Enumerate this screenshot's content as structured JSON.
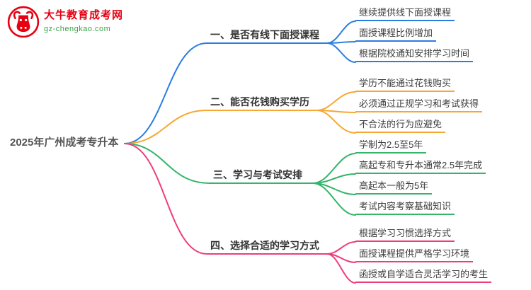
{
  "logo": {
    "brand": "大牛教育成考网",
    "domain": "gz-chengkao.com",
    "brand_color": "#e60012",
    "domain_color": "#3da24a"
  },
  "root": {
    "label": "2025年广州成考专升本"
  },
  "branches": [
    {
      "label": "一、是否有线下面授课程",
      "color": "#2b7de1",
      "children": [
        "继续提供线下面授课程",
        "面授课程比例增加",
        "根据院校通知安排学习时间"
      ]
    },
    {
      "label": "二、能否花钱购买学历",
      "color": "#f6a832",
      "children": [
        "学历不能通过花钱购买",
        "必须通过正规学习和考试获得",
        "不合法的行为应避免"
      ]
    },
    {
      "label": "三、学习与考试安排",
      "color": "#35b46a",
      "children": [
        "学制为2.5至5年",
        "高起专和专升本通常2.5年完成",
        "高起本一般为5年",
        "考试内容考察基础知识"
      ]
    },
    {
      "label": "四、选择合适的学习方式",
      "color": "#ee3d7d",
      "children": [
        "根据学习习惯选择方式",
        "面授课程提供严格学习环境",
        "函授或自学适合灵活学习的考生"
      ]
    }
  ]
}
